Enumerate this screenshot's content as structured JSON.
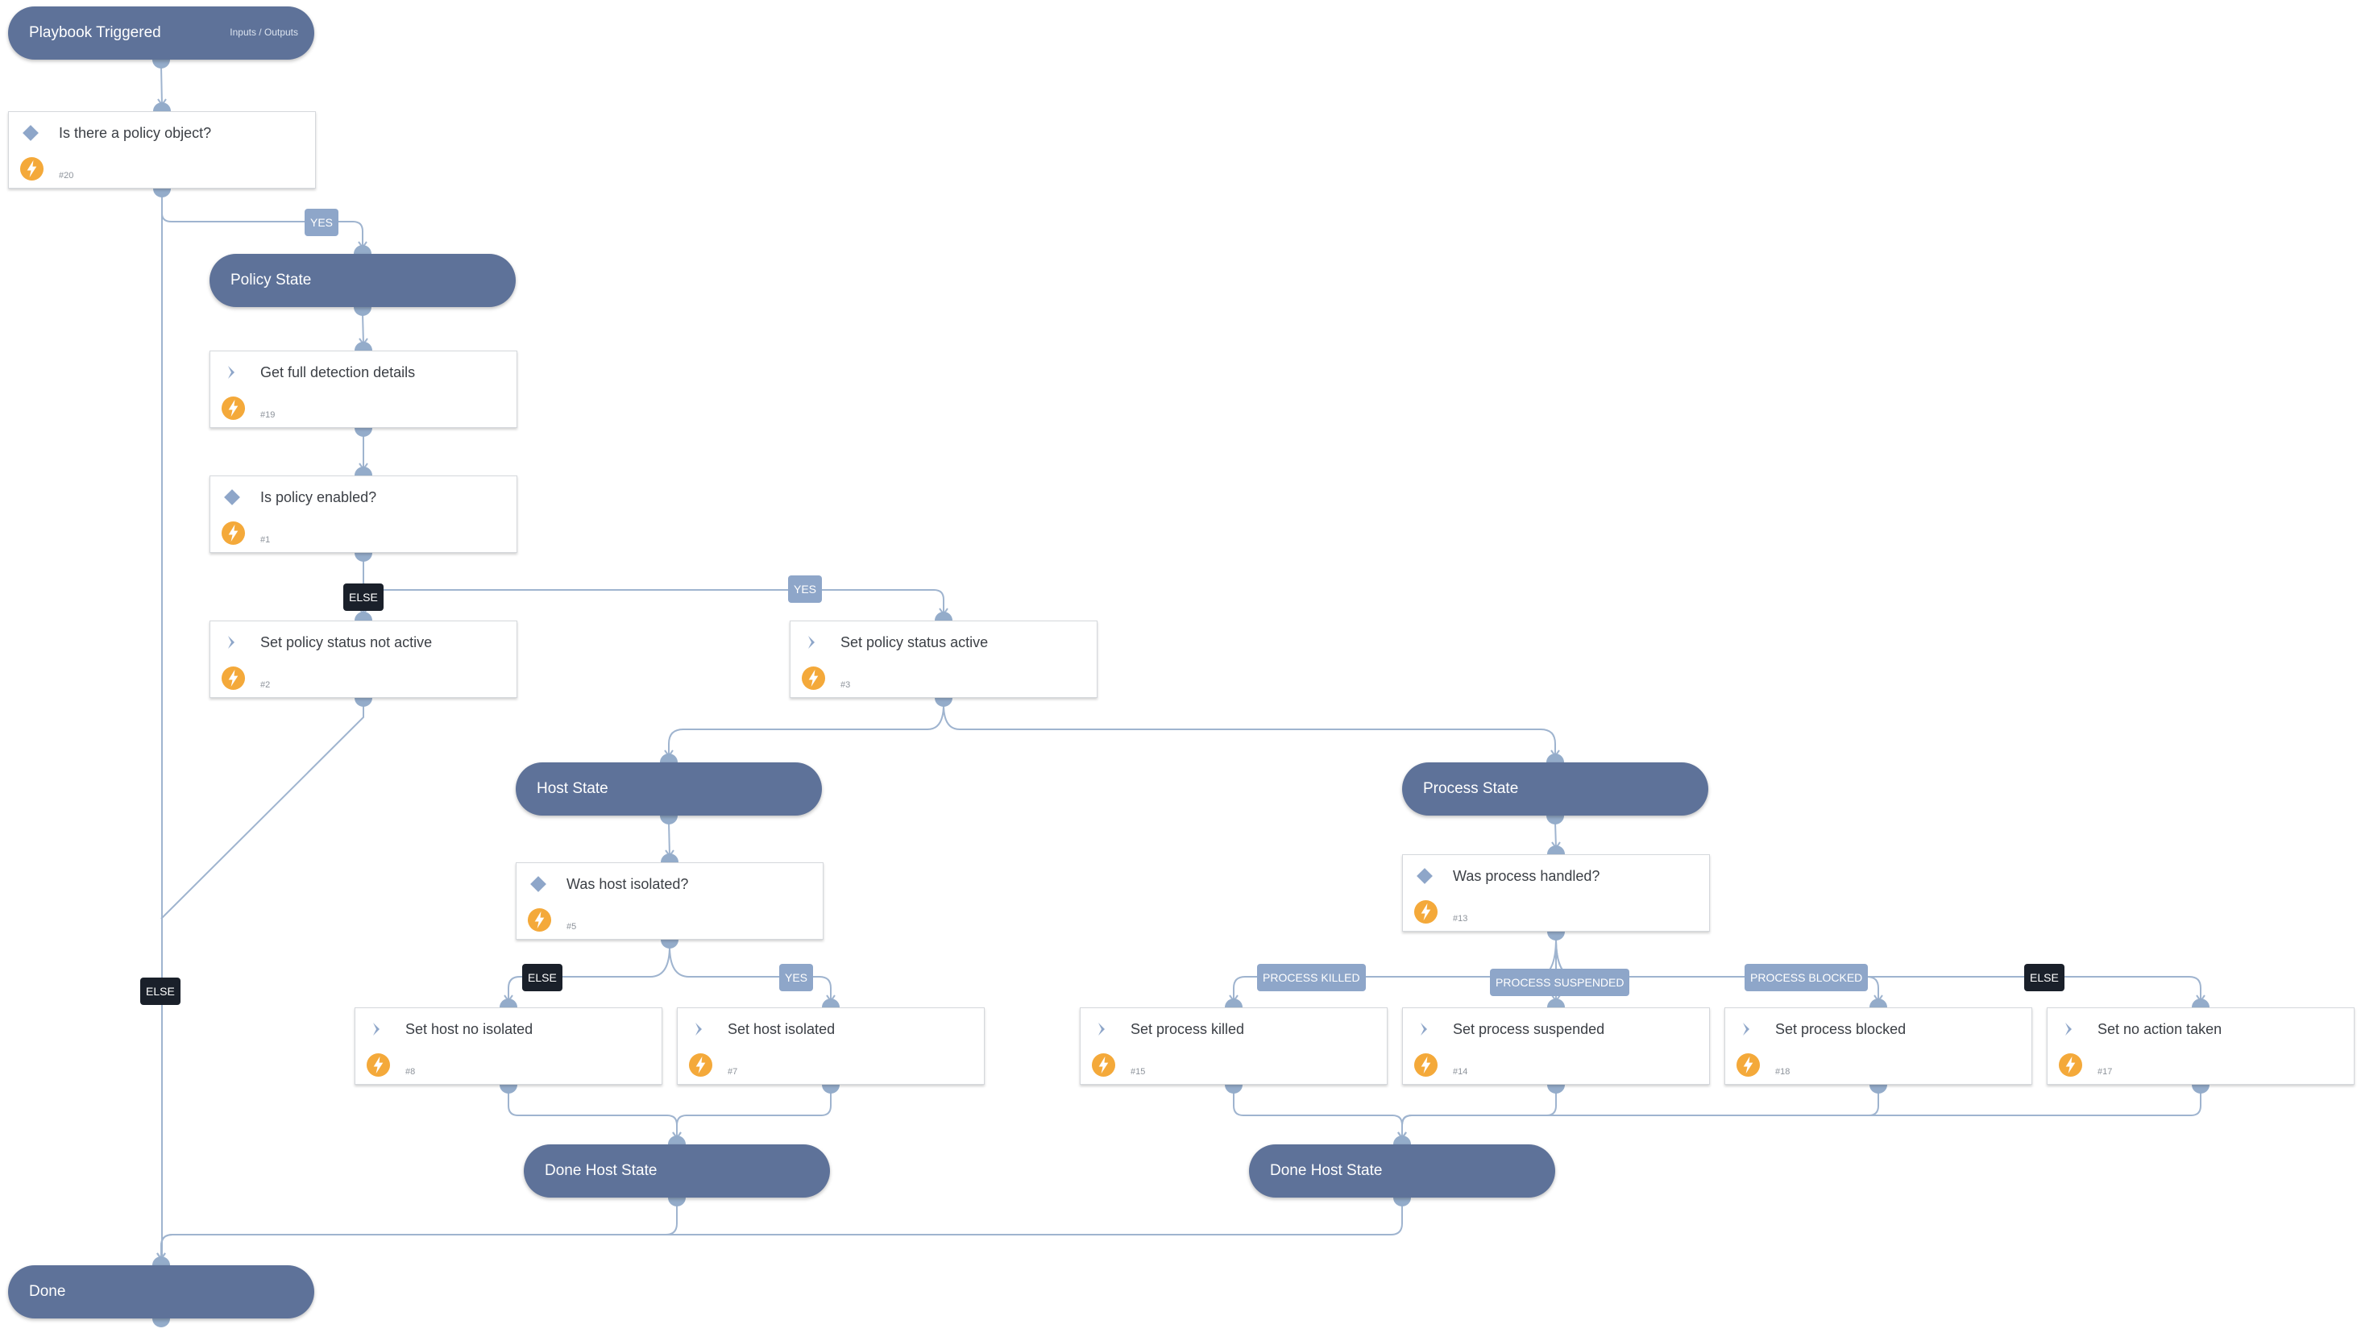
{
  "nodes": [
    {
      "id": "start",
      "kind": "pill",
      "label": "Playbook Triggered",
      "aux": "Inputs / Outputs"
    },
    {
      "id": "n20",
      "kind": "task",
      "task_type": "condition",
      "label": "Is there a policy object?",
      "num": "#20"
    },
    {
      "id": "sec_policy",
      "kind": "pill",
      "label": "Policy State"
    },
    {
      "id": "n19",
      "kind": "task",
      "task_type": "action",
      "label": "Get full detection details",
      "num": "#19"
    },
    {
      "id": "n1",
      "kind": "task",
      "task_type": "condition",
      "label": "Is policy enabled?",
      "num": "#1"
    },
    {
      "id": "n2",
      "kind": "task",
      "task_type": "action",
      "label": "Set policy status not active",
      "num": "#2"
    },
    {
      "id": "n3",
      "kind": "task",
      "task_type": "action",
      "label": "Set policy status active",
      "num": "#3"
    },
    {
      "id": "sec_host",
      "kind": "pill",
      "label": "Host State"
    },
    {
      "id": "sec_proc",
      "kind": "pill",
      "label": "Process State"
    },
    {
      "id": "n5",
      "kind": "task",
      "task_type": "condition",
      "label": "Was host isolated?",
      "num": "#5"
    },
    {
      "id": "n13",
      "kind": "task",
      "task_type": "condition",
      "label": "Was process handled?",
      "num": "#13"
    },
    {
      "id": "n8",
      "kind": "task",
      "task_type": "action",
      "label": "Set host no isolated",
      "num": "#8"
    },
    {
      "id": "n7",
      "kind": "task",
      "task_type": "action",
      "label": "Set host isolated",
      "num": "#7"
    },
    {
      "id": "n15",
      "kind": "task",
      "task_type": "action",
      "label": "Set process killed",
      "num": "#15"
    },
    {
      "id": "n14",
      "kind": "task",
      "task_type": "action",
      "label": "Set process suspended",
      "num": "#14"
    },
    {
      "id": "n18",
      "kind": "task",
      "task_type": "action",
      "label": "Set process blocked",
      "num": "#18"
    },
    {
      "id": "n17",
      "kind": "task",
      "task_type": "action",
      "label": "Set no action taken",
      "num": "#17"
    },
    {
      "id": "done_host",
      "kind": "pill",
      "label": "Done Host State"
    },
    {
      "id": "done_proc",
      "kind": "pill",
      "label": "Done Host State"
    },
    {
      "id": "done",
      "kind": "pill",
      "label": "Done"
    }
  ],
  "edges": [
    {
      "from": "start",
      "to": "n20"
    },
    {
      "from": "n20",
      "to": "sec_policy",
      "label": "YES",
      "style": "yes"
    },
    {
      "from": "n20",
      "to": "done",
      "label": "ELSE",
      "style": "else"
    },
    {
      "from": "sec_policy",
      "to": "n19"
    },
    {
      "from": "n19",
      "to": "n1"
    },
    {
      "from": "n1",
      "to": "n2",
      "label": "ELSE",
      "style": "else"
    },
    {
      "from": "n1",
      "to": "n3",
      "label": "YES",
      "style": "yes"
    },
    {
      "from": "n2",
      "to": "done"
    },
    {
      "from": "n3",
      "to": "sec_host"
    },
    {
      "from": "n3",
      "to": "sec_proc"
    },
    {
      "from": "sec_host",
      "to": "n5"
    },
    {
      "from": "sec_proc",
      "to": "n13"
    },
    {
      "from": "n5",
      "to": "n8",
      "label": "ELSE",
      "style": "else"
    },
    {
      "from": "n5",
      "to": "n7",
      "label": "YES",
      "style": "yes"
    },
    {
      "from": "n13",
      "to": "n15",
      "label": "PROCESS KILLED",
      "style": "yes"
    },
    {
      "from": "n13",
      "to": "n14",
      "label": "PROCESS SUSPENDED",
      "style": "yes"
    },
    {
      "from": "n13",
      "to": "n18",
      "label": "PROCESS BLOCKED",
      "style": "yes"
    },
    {
      "from": "n13",
      "to": "n17",
      "label": "ELSE",
      "style": "else"
    },
    {
      "from": "n8",
      "to": "done_host"
    },
    {
      "from": "n7",
      "to": "done_host"
    },
    {
      "from": "n15",
      "to": "done_proc"
    },
    {
      "from": "n14",
      "to": "done_proc"
    },
    {
      "from": "n18",
      "to": "done_proc"
    },
    {
      "from": "n17",
      "to": "done_proc"
    },
    {
      "from": "done_host",
      "to": "done"
    },
    {
      "from": "done_proc",
      "to": "done"
    }
  ],
  "icons": {
    "condition": "diamond-icon",
    "action": "chevron-right-icon",
    "automation": "lightning-bolt-icon"
  },
  "colors": {
    "section_pill": "#5e7299",
    "connector": "#94acca",
    "wire": "#9fb4cf",
    "yes_label": "#8ea6c9",
    "else_label": "#1a202a",
    "automation_badge": "#f4a93a"
  }
}
